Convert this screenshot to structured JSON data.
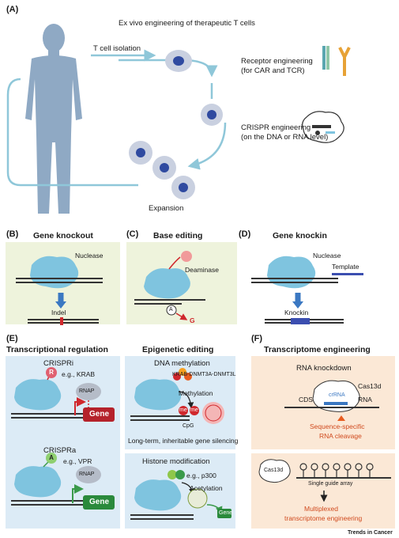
{
  "panelA": {
    "label": "(A)",
    "title": "Ex vivo  engineering of therapeutic T cells",
    "isolation": "T cell isolation",
    "receptor": [
      "Receptor engineering",
      "(for CAR and TCR)"
    ],
    "crispr": [
      "CRISPR engineering",
      "(on the DNA or RNA level)"
    ],
    "expansion": "Expansion"
  },
  "panelB": {
    "label": "(B)",
    "title": "Gene knockout",
    "nuclease": "Nuclease",
    "indel": "Indel"
  },
  "panelC": {
    "label": "(C)",
    "title": "Base editing",
    "deaminase": "Deaminase",
    "a": "A",
    "g": "G"
  },
  "panelD": {
    "label": "(D)",
    "title": "Gene knockin",
    "nuclease": "Nuclease",
    "template": "Template",
    "knockin": "Knockin"
  },
  "panelE": {
    "label": "(E)",
    "title1": "Transcriptional regulation",
    "title2": "Epigenetic editing",
    "crispri": "CRISPRi",
    "krab": "e.g., KRAB",
    "r": "R",
    "rnap": "RNAP",
    "gene": "Gene",
    "crispra": "CRISPRa",
    "vpr": "e.g., VPR",
    "a": "A",
    "dnaMeth": "DNA methylation",
    "krabDnmt": "KRAB-DNMT3A-DNMT3L",
    "methylation": "Methylation",
    "me": "me",
    "cpg": "CpG",
    "silencing": "Long-term, inheritable gene silencing",
    "histone": "Histone modification",
    "p300": "e.g., p300",
    "acetylation": "Acetylation"
  },
  "panelF": {
    "label": "(F)",
    "title": "Transcriptome engineering",
    "knockdown": "RNA knockdown",
    "cds": "CDS",
    "crrna": "crRNA",
    "cas13d": "Cas13d",
    "rna": "RNA",
    "cleavage": [
      "Sequence-specific",
      "RNA cleavage"
    ],
    "cas13dSmall": "Cas13d",
    "array": "Single guide array",
    "multiplex": [
      "Multiplexed",
      "transcriptome engineering"
    ]
  },
  "footer": "Trends in Cancer",
  "colors": {
    "body": "#8fa9c4",
    "loop": "#8fc7d9",
    "nuclease": "#7fc4df",
    "greenBox": "#eef3dc",
    "blueBox": "#dcebf6",
    "peachBox": "#fbe8d6",
    "red": "#d0282d",
    "green": "#3a9a4a",
    "arrowBlue": "#3b78c2"
  }
}
